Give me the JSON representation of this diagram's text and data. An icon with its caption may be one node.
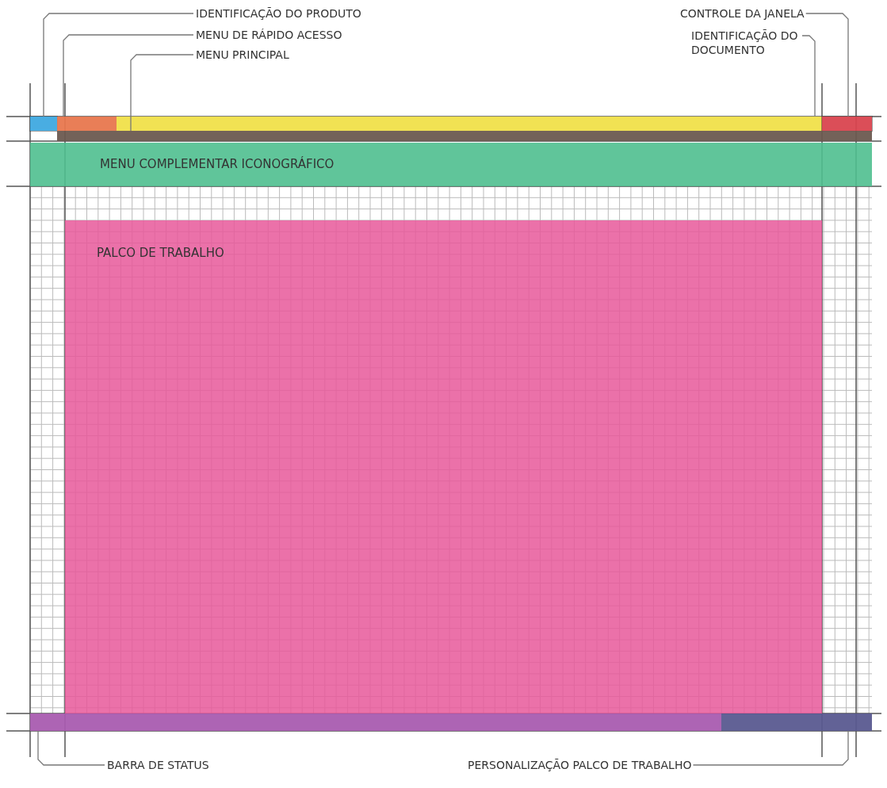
{
  "diagram": {
    "nodes": [
      {
        "text": [
          "IDENTIFICAÇÃO DO PRODUTO"
        ]
      },
      {
        "text": [
          "MENU DE RÁPIDO ACESSO"
        ]
      },
      {
        "text": [
          "MENU PRINCIPAL"
        ]
      },
      {
        "text": [
          "CONTROLE DA JANELA"
        ]
      },
      {
        "text": [
          "IDENTIFICAÇÃO DO DOCUMENTO"
        ]
      },
      {
        "text": [],
        "shape": "box"
      },
      {
        "text": [],
        "shape": "bar"
      },
      {
        "text": [],
        "shape": "bar"
      },
      {
        "text": [],
        "shape": "box"
      },
      {
        "text": [],
        "shape": "bar"
      },
      {
        "text": [
          "MENU COMPLEMENTAR ICONOGRÁFICO"
        ]
      },
      {
        "text": [
          "PALCO DE TRABALHO"
        ]
      },
      {
        "text": [],
        "shape": "bar"
      },
      {
        "text": [],
        "shape": "bar"
      },
      {
        "text": [
          "BARRA DE STATUS"
        ]
      },
      {
        "text": [
          "PERSONALIZAÇÃO PALCO DE TRABALHO"
        ]
      }
    ],
    "edges": [
      {
        "from": 0,
        "to": 5,
        "arrow": "none"
      },
      {
        "from": 1,
        "to": 6,
        "arrow": "none"
      },
      {
        "from": 2,
        "to": 9,
        "arrow": "none"
      },
      {
        "from": 3,
        "to": 8,
        "arrow": "none"
      },
      {
        "from": 4,
        "to": 7,
        "arrow": "none"
      },
      {
        "from": 14,
        "to": 12,
        "arrow": "none"
      },
      {
        "from": 15,
        "to": 13,
        "arrow": "none"
      }
    ]
  }
}
